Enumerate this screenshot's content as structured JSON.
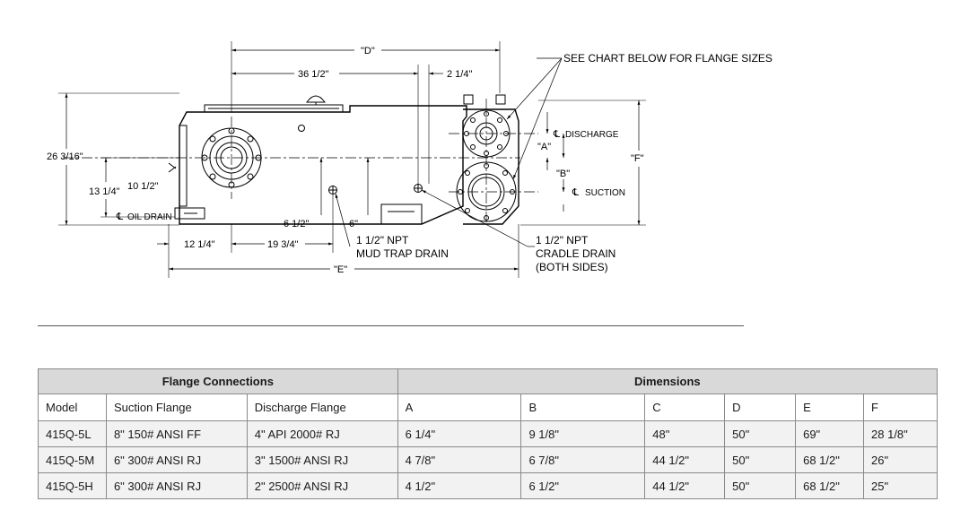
{
  "drawing": {
    "dims": {
      "D": "\"D\"",
      "d36_5": "36 1/2\"",
      "d2_25": "2 1/4\"",
      "d26_3_16": "26 3/16\"",
      "d13_25": "13 1/4\"",
      "d10_5": "10 1/2\"",
      "oil_drain": "OIL DRAIN",
      "d6_5": "6 1/2\"",
      "d6": "6\"",
      "d12_25": "12 1/4\"",
      "d19_75": "19 3/4\"",
      "E": "\"E\"",
      "A": "\"A\"",
      "B": "\"B\"",
      "F": "\"F\"",
      "discharge": "DISCHARGE",
      "suction": "SUCTION"
    },
    "callouts": {
      "flange_chart": "SEE CHART BELOW FOR FLANGE SIZES",
      "mud_trap_1": "1 1/2\" NPT",
      "mud_trap_2": "MUD TRAP DRAIN",
      "cradle_1": "1 1/2\" NPT",
      "cradle_2": "CRADLE DRAIN",
      "cradle_3": "(BOTH SIDES)"
    }
  },
  "table": {
    "group_headers": [
      "Flange Connections",
      "Dimensions"
    ],
    "columns": [
      "Model",
      "Suction Flange",
      "Discharge Flange",
      "A",
      "B",
      "C",
      "D",
      "E",
      "F"
    ],
    "rows": [
      [
        "415Q-5L",
        "8\" 150# ANSI FF",
        "4\" API 2000# RJ",
        "6 1/4\"",
        "9 1/8\"",
        "48\"",
        "50\"",
        "69\"",
        "28 1/8\""
      ],
      [
        "415Q-5M",
        "6\" 300# ANSI RJ",
        "3\" 1500# ANSI RJ",
        "4 7/8\"",
        "6 7/8\"",
        "44 1/2\"",
        "50\"",
        "68 1/2\"",
        "26\""
      ],
      [
        "415Q-5H",
        "6\" 300# ANSI RJ",
        "2\" 2500# ANSI RJ",
        "4 1/2\"",
        "6 1/2\"",
        "44 1/2\"",
        "50\"",
        "68 1/2\"",
        "25\""
      ]
    ]
  }
}
